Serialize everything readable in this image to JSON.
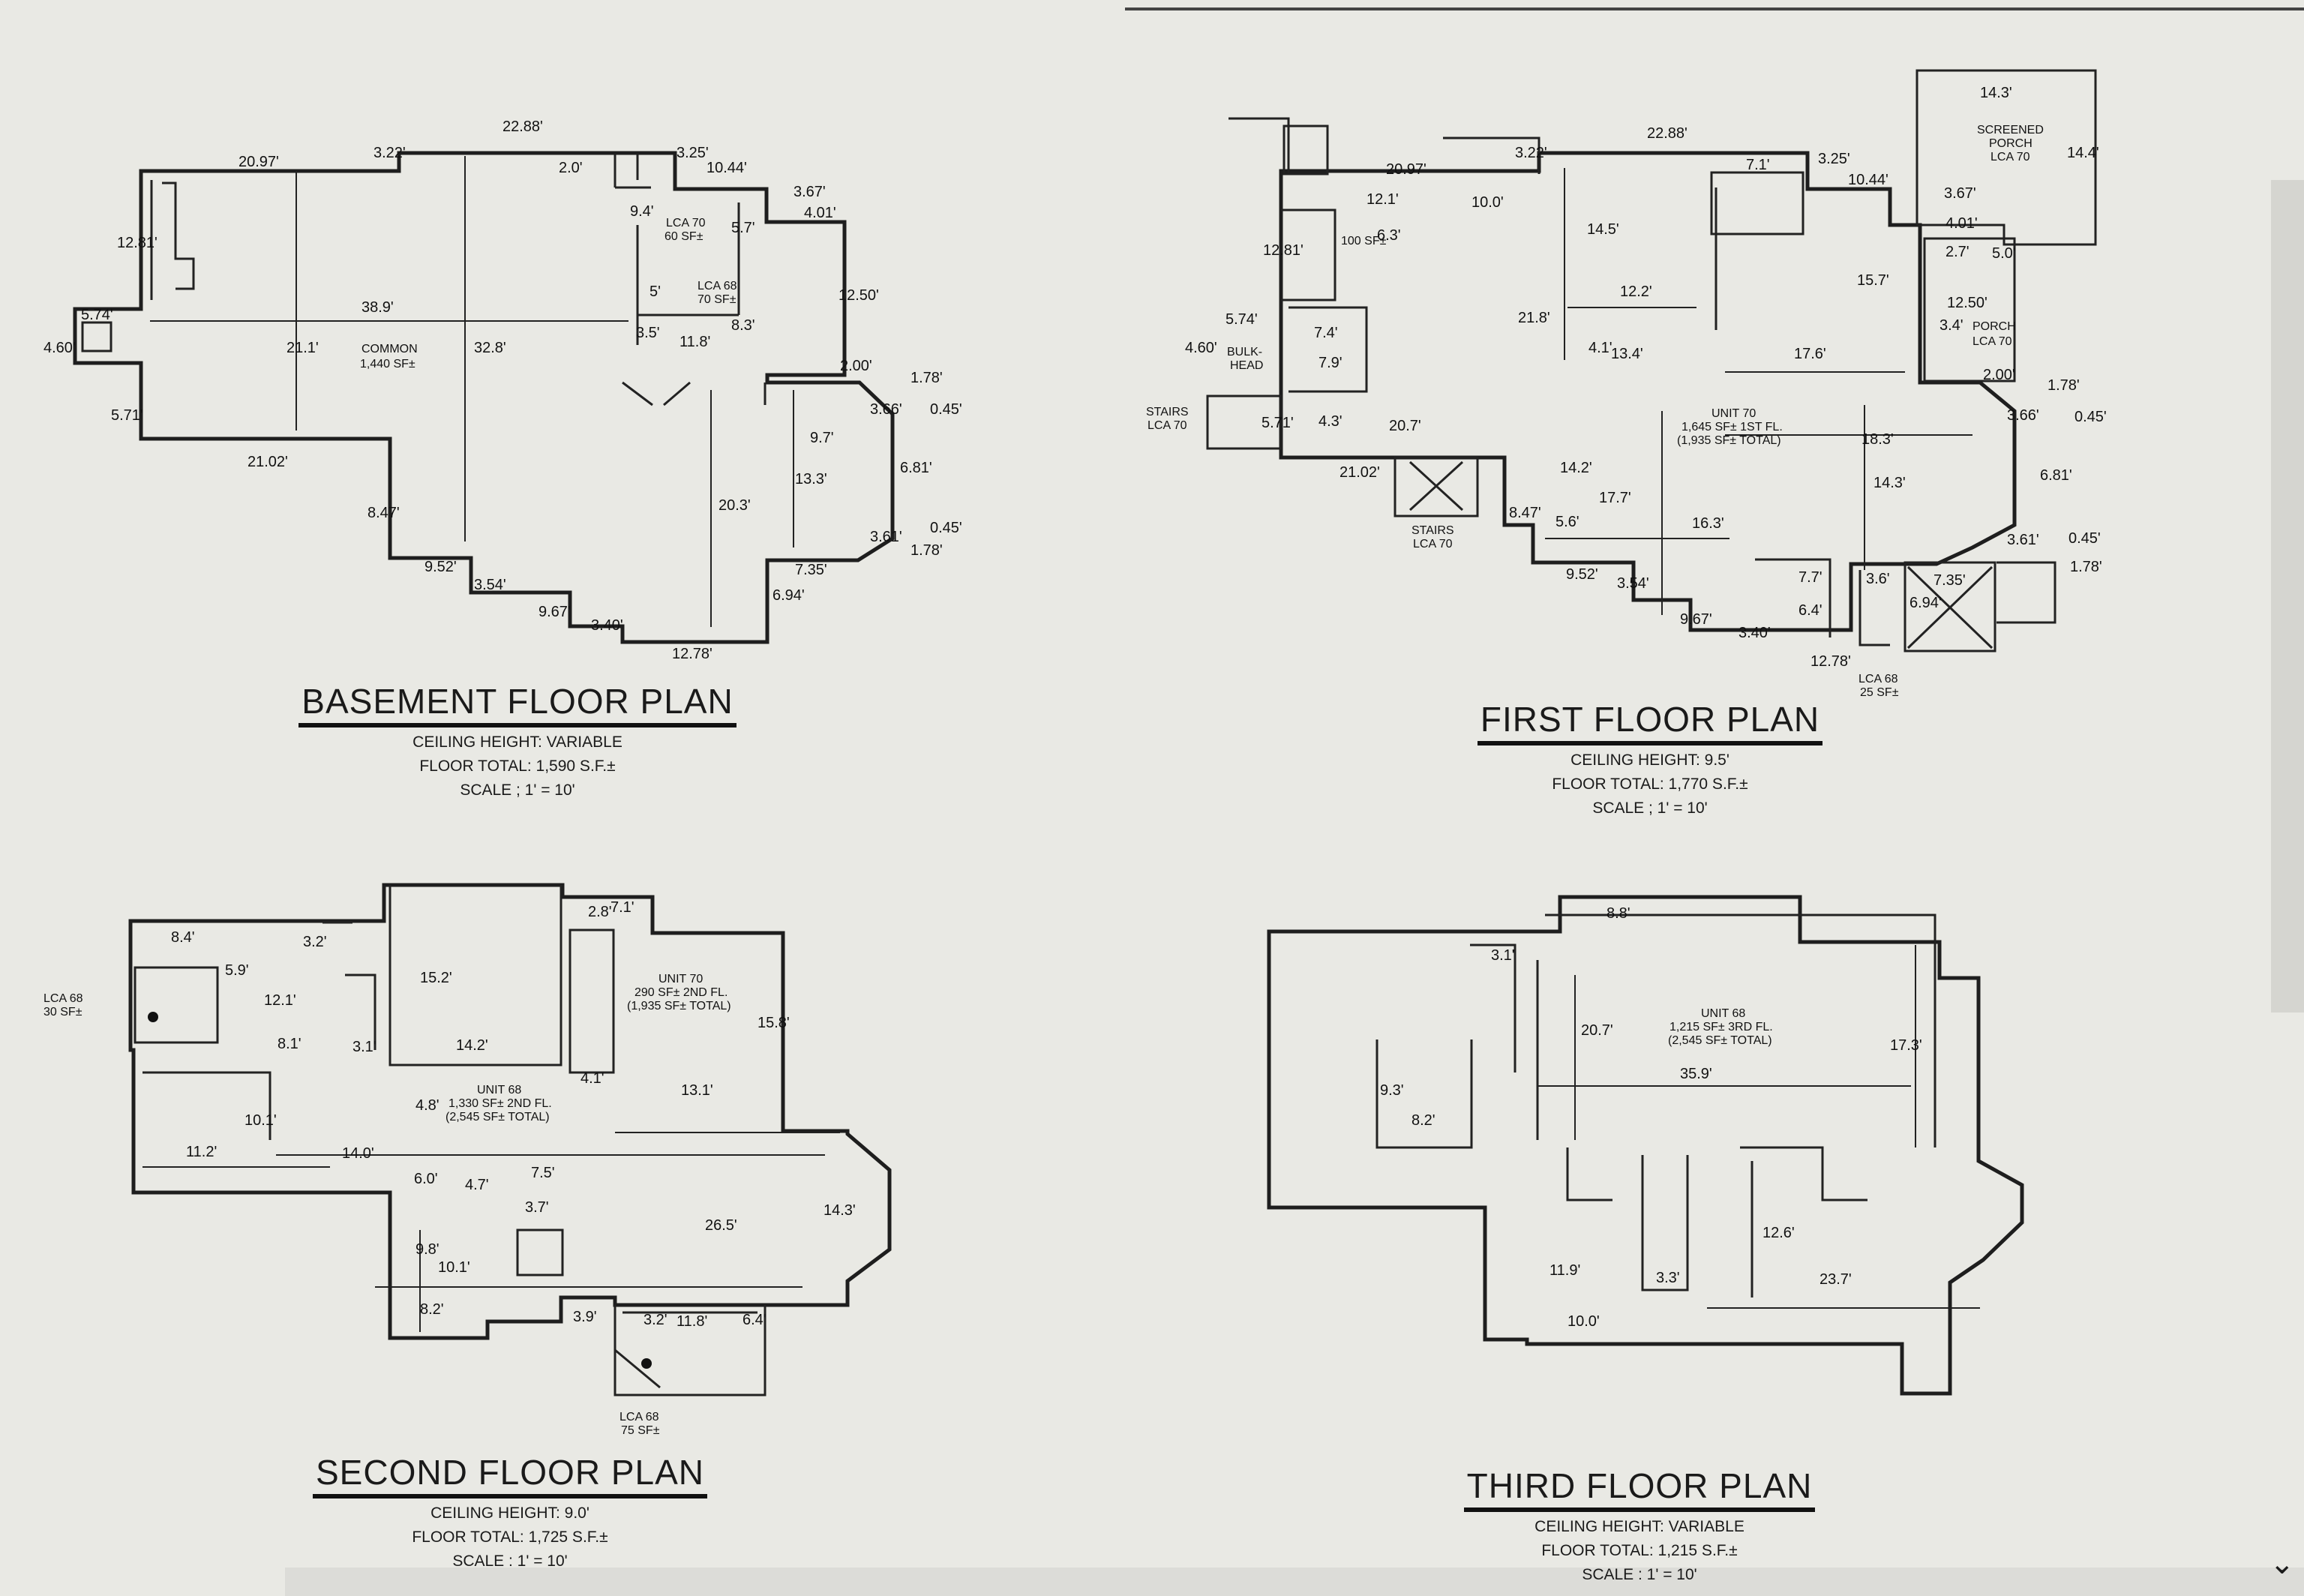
{
  "plans": {
    "basement": {
      "title": "BASEMENT FLOOR PLAN",
      "ceiling": "CEILING HEIGHT: VARIABLE",
      "total": "FLOOR TOTAL: 1,590 S.F.±",
      "scale": "SCALE ; 1' = 10'",
      "rooms": {
        "common": "COMMON",
        "common_sf": "1,440 SF±",
        "lca70": "LCA 70",
        "lca70_sf": "60 SF±",
        "lca68": "LCA 68",
        "lca68_sf": "70 SF±"
      },
      "dims": [
        "22.88'",
        "20.97'",
        "3.22'",
        "3.25'",
        "10.44'",
        "2.0'",
        "3.67'",
        "4.01'",
        "12.81'",
        "5.74'",
        "4.60'",
        "5.71'",
        "38.9'",
        "21.1'",
        "32.8'",
        "9.4'",
        "5.7'",
        "5'",
        "8.3'",
        "3.5'",
        "11.8'",
        "12.50'",
        "2.00'",
        "1.78'",
        "3.66'",
        "0.45'",
        "9.7'",
        "13.3'",
        "6.81'",
        "20.3'",
        "21.02'",
        "8.47'",
        "9.52'",
        "3.54'",
        "9.67'",
        "3.40'",
        "12.78'",
        "6.94'",
        "7.35'",
        "3.61'",
        "1.78'",
        "0.45'"
      ]
    },
    "first": {
      "title": "FIRST FLOOR PLAN",
      "ceiling": "CEILING HEIGHT: 9.5'",
      "total": "FLOOR TOTAL: 1,770 S.F.±",
      "scale": "SCALE ; 1' = 10'",
      "rooms": {
        "screened": "SCREENED",
        "porch": "PORCH",
        "lca70a": "LCA 70",
        "porch2": "PORCH",
        "lca70b": "LCA 70",
        "sf100": "100 SF±",
        "bulk": "BULK-",
        "head": "HEAD",
        "stairs1": "STAIRS",
        "stairs1b": "LCA 70",
        "stairs2": "STAIRS",
        "stairs2b": "LCA 70",
        "unit": "UNIT 70",
        "unit_l2": "1,645 SF± 1ST FL.",
        "unit_l3": "(1,935 SF± TOTAL)",
        "lca68": "LCA 68",
        "lca68_sf": "25 SF±"
      },
      "dims": [
        "22.88'",
        "20.97'",
        "3.22'",
        "12.1'",
        "10.0'",
        "6.3'",
        "7.1'",
        "3.25'",
        "10.44'",
        "14.3'",
        "14.4'",
        "3.67'",
        "4.01'",
        "2.7'",
        "5.0'",
        "12.50'",
        "3.4'",
        "12.81'",
        "14.5'",
        "12.2'",
        "15.7'",
        "21.8'",
        "5.74'",
        "7.4'",
        "7.9'",
        "4.1'",
        "13.4'",
        "17.6'",
        "2.00'",
        "1.78'",
        "4.60'",
        "3.66'",
        "0.45'",
        "5.71'",
        "4.3'",
        "20.7'",
        "18.3'",
        "21.02'",
        "14.2'",
        "6.81'",
        "14.3'",
        "17.7'",
        "8.47'",
        "5.6'",
        "16.3'",
        "3.61'",
        "0.45'",
        "9.52'",
        "3.54'",
        "7.7'",
        "3.6'",
        "7.35'",
        "1.78'",
        "6.4'",
        "6.94'",
        "9.67'",
        "3.40'",
        "12.78'"
      ]
    },
    "second": {
      "title": "SECOND FLOOR PLAN",
      "ceiling": "CEILING HEIGHT: 9.0'",
      "total": "FLOOR TOTAL: 1,725 S.F.±",
      "scale": "SCALE : 1' = 10'",
      "rooms": {
        "lca68a": "LCA 68",
        "lca68a_sf": "30 SF±",
        "unit70": "UNIT 70",
        "unit70_l2": "290 SF± 2ND FL.",
        "unit70_l3": "(1,935 SF± TOTAL)",
        "unit68": "UNIT 68",
        "unit68_l2": "1,330 SF± 2ND FL.",
        "unit68_l3": "(2,545 SF± TOTAL)",
        "lca68b": "LCA 68",
        "lca68b_sf": "75 SF±"
      },
      "dims": [
        "8.4'",
        "3.2'",
        "5.9'",
        "12.1'",
        "8.1'",
        "3.1'",
        "15.2'",
        "14.2'",
        "2.8'",
        "7.1'",
        "15.8'",
        "4.1'",
        "13.1'",
        "4.8'",
        "10.1'",
        "11.2'",
        "14.0'",
        "6.0'",
        "4.7'",
        "7.5'",
        "3.7'",
        "14.3'",
        "26.5'",
        "9.8'",
        "10.1'",
        "8.2'",
        "3.9'",
        "3.2'",
        "11.8'",
        "6.4'"
      ]
    },
    "third": {
      "title": "THIRD FLOOR PLAN",
      "ceiling": "CEILING HEIGHT: VARIABLE",
      "total": "FLOOR TOTAL: 1,215 S.F.±",
      "scale": "SCALE : 1' = 10'",
      "rooms": {
        "unit": "UNIT 68",
        "unit_l2": "1,215 SF± 3RD FL.",
        "unit_l3": "(2,545 SF± TOTAL)"
      },
      "dims": [
        "8.8'",
        "3.1'",
        "20.7'",
        "17.3'",
        "35.9'",
        "9.3'",
        "8.2'",
        "12.6'",
        "3.3'",
        "23.7'",
        "11.9'",
        "10.0'"
      ]
    }
  }
}
